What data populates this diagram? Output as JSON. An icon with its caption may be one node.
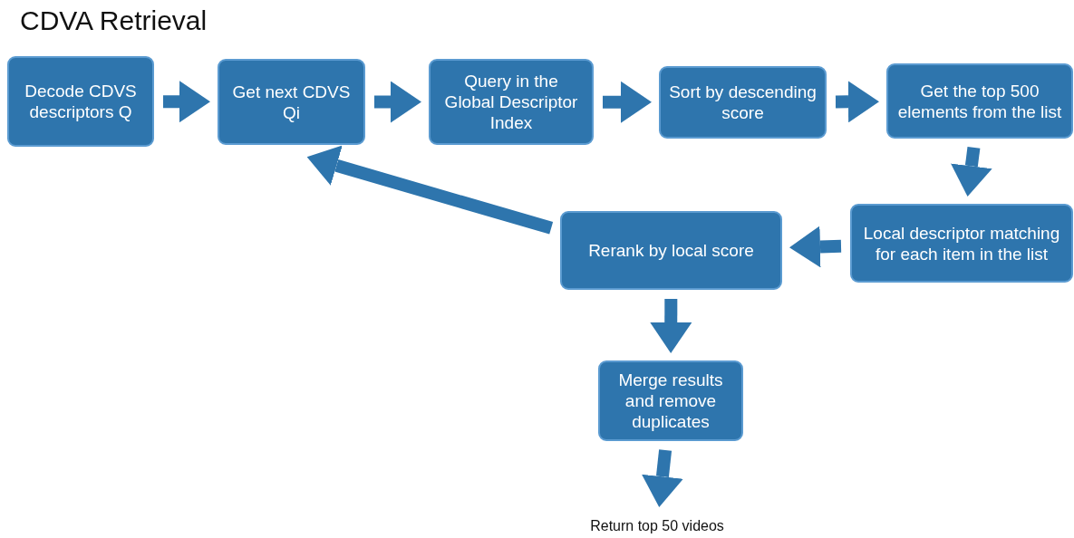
{
  "diagram": {
    "title": "CDVA Retrieval",
    "nodes": [
      {
        "text": [
          "Decode CDVS descriptors Q"
        ]
      },
      {
        "text": [
          "Get next CDVS Qi"
        ]
      },
      {
        "text": [
          "Query in the Global Descriptor Index"
        ]
      },
      {
        "text": [
          "Sort by descending score"
        ]
      },
      {
        "text": [
          "Get the top 500 elements from the list"
        ]
      },
      {
        "text": [
          "Local descriptor matching for each item in the list"
        ]
      },
      {
        "text": [
          "Rerank by local score"
        ]
      },
      {
        "text": [
          "Merge results and remove duplicates"
        ]
      },
      {
        "text": [
          "Return top 50 videos"
        ]
      }
    ],
    "edges": [
      {
        "from": 0,
        "to": 1,
        "arrow": "to"
      },
      {
        "from": 1,
        "to": 2,
        "arrow": "to"
      },
      {
        "from": 2,
        "to": 3,
        "arrow": "to"
      },
      {
        "from": 3,
        "to": 4,
        "arrow": "to"
      },
      {
        "from": 4,
        "to": 5,
        "arrow": "to"
      },
      {
        "from": 5,
        "to": 6,
        "arrow": "to"
      },
      {
        "from": 6,
        "to": 1,
        "arrow": "to"
      },
      {
        "from": 6,
        "to": 7,
        "arrow": "to"
      },
      {
        "from": 7,
        "to": 8,
        "arrow": "to"
      }
    ]
  }
}
